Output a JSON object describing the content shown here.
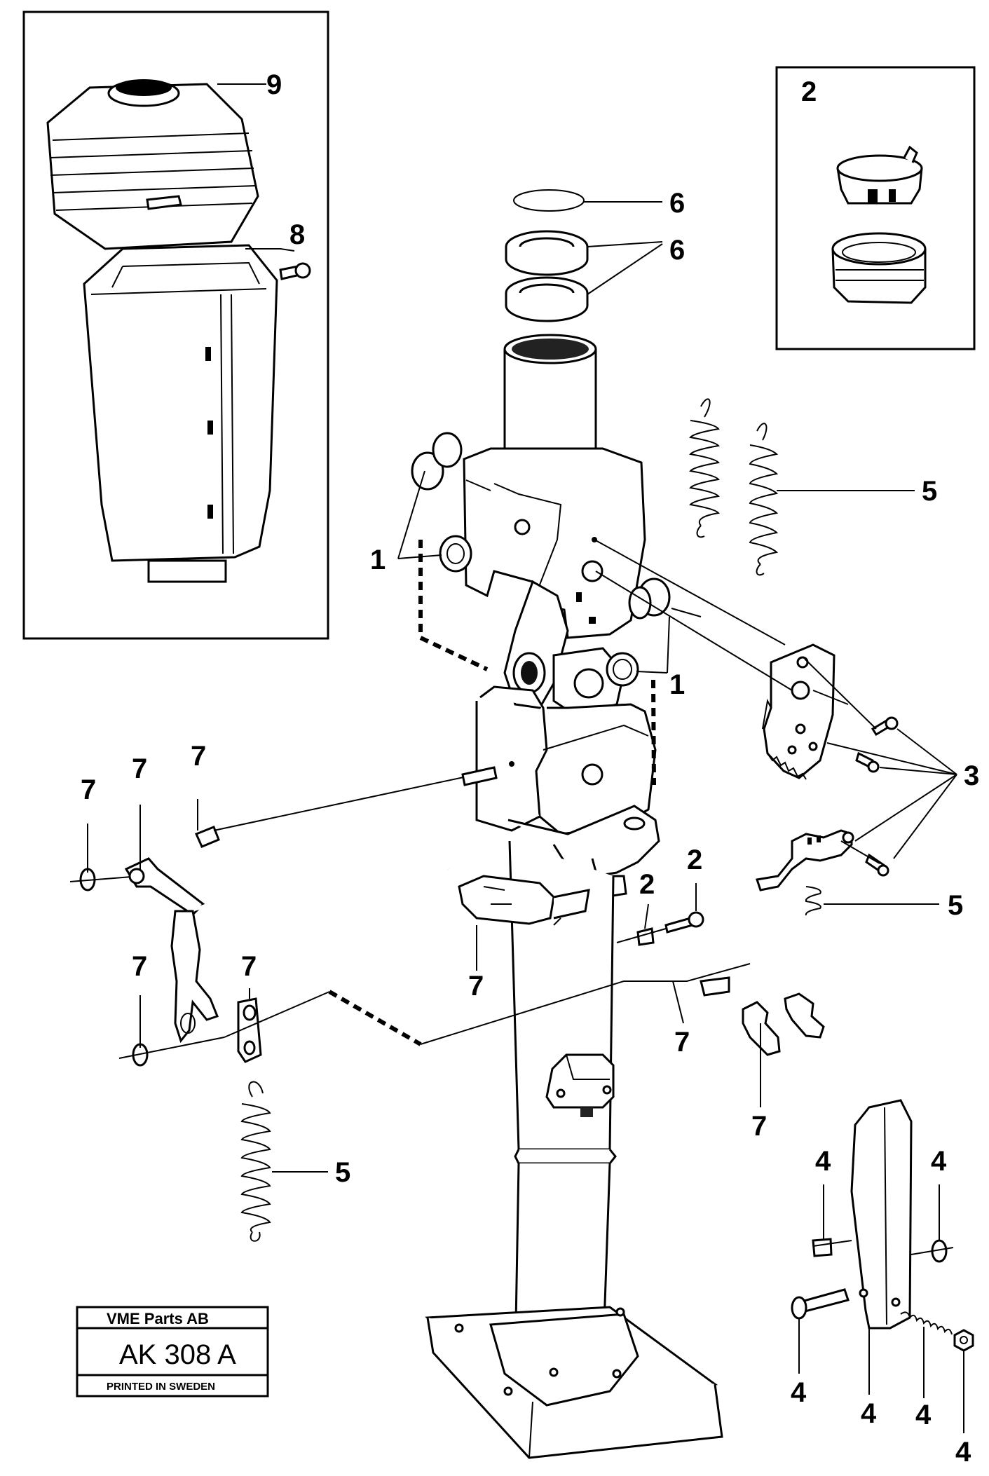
{
  "stamp": {
    "company": "VME Parts AB",
    "code": "AK 308 A",
    "printed": "PRINTED IN SWEDEN"
  },
  "callouts": {
    "c1a": "1",
    "c1b": "1",
    "c2_box": "2",
    "c2a": "2",
    "c2b": "2",
    "c3": "3",
    "c4a": "4",
    "c4b": "4",
    "c4c": "4",
    "c4d": "4",
    "c4e": "4",
    "c4f": "4",
    "c5a": "5",
    "c5b": "5",
    "c5c": "5",
    "c6a": "6",
    "c6b": "6",
    "c7a": "7",
    "c7b": "7",
    "c7c": "7",
    "c7d": "7",
    "c7e": "7",
    "c7f": "7",
    "c7g": "7",
    "c7h": "7",
    "c8": "8",
    "c9": "9"
  }
}
